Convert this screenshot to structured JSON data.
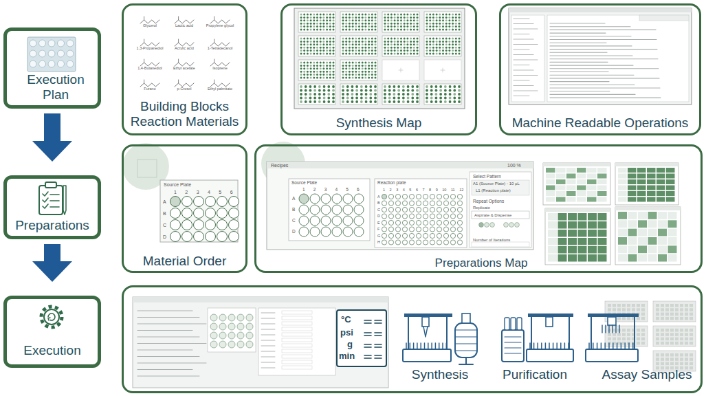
{
  "diagram": {
    "nodes": [
      {
        "text": [
          "Execution Plan"
        ]
      },
      {
        "text": [
          "Preparations"
        ]
      },
      {
        "text": [
          "Execution"
        ]
      },
      {
        "text": [
          "Building Blocks Reaction Materials"
        ]
      },
      {
        "text": [
          "Synthesis Map"
        ]
      },
      {
        "text": [
          "Machine Readable Operations"
        ]
      },
      {
        "text": [
          "Material Order"
        ]
      },
      {
        "text": [
          "Preparations Map"
        ]
      },
      {
        "text": [
          "Synthesis",
          "Purification",
          "Assay Samples"
        ]
      }
    ],
    "edges": [
      {
        "from": 0,
        "to": 1,
        "arrow": "to"
      },
      {
        "from": 1,
        "to": 2,
        "arrow": "to"
      }
    ],
    "labels": [
      "Glycerol",
      "Lactic acid",
      "Propylene glycol",
      "1,3-Propanediol",
      "Acrylic acid",
      "1-Tetradecanol",
      "1,4-Butanediol",
      "Ethyl acetate",
      "Isoprene",
      "Furane",
      "p-Cresol",
      "Ethyl palmitate",
      "Source Plate",
      "1 2 3 4 5 6",
      "A B C D",
      "Recipes",
      "Source Plate",
      "1 2 3 4 5 6",
      "A B C D",
      "Reaction plate",
      "1 2 3 4 5 6 7 8 9 10 11 12",
      "A B C D E F G H",
      "100 %",
      "Select Pattern",
      "A1 (Source Plate) - 10 µL",
      "L1 (Reaction plate)",
      "Repeat Options",
      "Replicate",
      "Aspirate & Dispense",
      "Number of Iterations",
      "°C",
      "psi",
      "g",
      "min"
    ]
  }
}
